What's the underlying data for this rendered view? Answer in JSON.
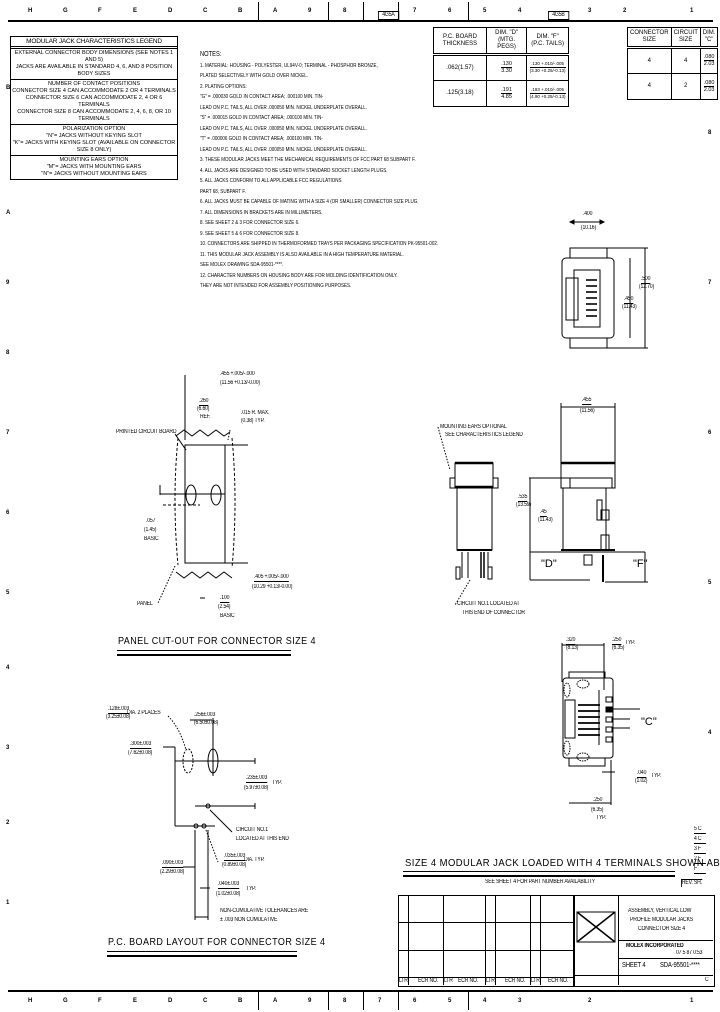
{
  "frame": {
    "top_zones": [
      "H",
      "G",
      "F",
      "E",
      "D",
      "C",
      "B",
      "A",
      "9",
      "8",
      "7",
      "6",
      "5",
      "4",
      "3",
      "2",
      "1"
    ],
    "bottom_zones": [
      "H",
      "G",
      "F",
      "E",
      "D",
      "C",
      "B",
      "A",
      "9",
      "8",
      "7",
      "6",
      "5",
      "4",
      "3",
      "2",
      "1"
    ],
    "side_zones": [
      "B",
      "A",
      "9",
      "8",
      "7",
      "6",
      "5",
      "4",
      "3",
      "2",
      "1"
    ],
    "top_tags": [
      "4G5A",
      "4G5B"
    ]
  },
  "legend": {
    "title": "MODULAR JACK CHARACTERISTICS LEGEND",
    "sections": [
      [
        "EXTERNAL CONNECTOR BODY DIMENSIONS (SEE NOTES 1 AND 5)",
        "JACKS ARE AVAILABLE IN STANDARD 4, 6, AND 8 POSITION BODY SIZES"
      ],
      [
        "NUMBER OF CONTACT POSITIONS",
        "CONNECTOR SIZE 4 CAN ACCOMMODATE 2 OR 4 TERMINALS",
        "CONNECTOR SIZE 6 CAN ACCOMMODATE 2, 4 OR 6 TERMINALS",
        "CONNECTOR SIZE 8 CAN ACCOMMODATE 2, 4, 6, 8, OR 10 TERMINALS"
      ],
      [
        "POLARIZATION OPTION",
        "\"N\"= JACKS WITHOUT KEYING SLOT",
        "\"K\"= JACKS WITH KEYING SLOT (AVAILABLE ON CONNECTOR SIZE 8 ONLY)"
      ],
      [
        "MOUNTING EARS OPTION",
        "\"M\"= JACKS WITH MOUNTING EARS",
        "\"N\"= JACKS WITHOUT MOUNTING EARS"
      ]
    ]
  },
  "pcb_table": {
    "headers": [
      "P.C. BOARD THICKNESS",
      "DIM. \"D\" (MTG. PEGS)",
      "DIM. \"F\" (P.C. TAILS)"
    ],
    "rows": [
      {
        "thickness": ".062(1.57)",
        "d_top": ".130",
        "d_bot": "3.30",
        "f_top": ".130 +.010/-.005",
        "f_bot": "(3.30 +0.25/-0.13)"
      },
      {
        "thickness": ".125(3.18)",
        "d_top": ".191",
        "d_bot": "4.85",
        "f_top": ".193 +.010/-.005",
        "f_bot": "(4.90 +0.25/-0.13)"
      }
    ]
  },
  "circuit_table": {
    "headers": [
      "CONNECTOR SIZE",
      "CIRCUIT SIZE",
      "DIM. \"C\""
    ],
    "rows": [
      {
        "connector": "4",
        "circuit": "4",
        "c_top": ".080",
        "c_bot": "2.03"
      },
      {
        "connector": "4",
        "circuit": "2",
        "c_top": ".080",
        "c_bot": "2.03"
      }
    ]
  },
  "notes": {
    "heading": "NOTES:",
    "items": [
      "1. MATERIAL: HOUSING - POLYESTER, UL94V-0; TERMINAL - PHOSPHOR BRONZE,",
      "          PLATED SELECTIVELY WITH GOLD OVER NICKEL.",
      "2. PLATING OPTIONS:",
      "          \"G\" = .000030 GOLD IN CONTACT AREA; .000100 MIN. TIN-",
      "          LEAD ON P.C. TAILS, ALL OVER .000050 MIN. NICKEL UNDERPLATE OVERALL.",
      "          \"S\" = .000015 GOLD IN CONTACT AREA; .000100 MIN. TIN-",
      "          LEAD ON P.C. TAILS, ALL OVER .000050 MIN. NICKEL UNDERPLATE OVERALL.",
      "          \"T\" = .000006 GOLD IN CONTACT AREA; .000100 MIN. TIN-",
      "          LEAD ON P.C. TAILS, ALL OVER .000050 MIN. NICKEL UNDERPLATE OVERALL.",
      "3. THESE MODULAR JACKS MEET THE MECHANICAL REQUIREMENTS OF FCC PART 68 SUBPART F.",
      "4. ALL JACKS ARE DESIGNED TO BE USED WITH STANDARD SOCKET LENGTH PLUGS.",
      "5. ALL JACKS CONFORM TO ALL APPLICABLE FCC REGULATIONS",
      "   PART 68, SUBPART F.",
      "6. ALL JACKS MUST BE CAPABLE OF MATING WITH A SIZE 4 (OR SMALLER) CONNECTOR SIZE PLUG.",
      "7. ALL DIMENSIONS IN BRACKETS ARE IN MILLIMETERS.",
      "8. SEE SHEET 2 & 3 FOR CONNECTOR SIZE 6.",
      "9. SEE SHEET 5 & 6 FOR CONNECTOR SIZE 8.",
      "10. CONNECTORS ARE SHIPPED IN THERMOFORMED TRAYS PER PACKAGING SPECIFICATION PK-95501-002.",
      "11. THIS MODULAR JACK ASSEMBLY IS ALSO AVAILABLE IN A HIGH TEMPERATURE MATERIAL.",
      "    SEE MOLEX DRAWING SDA-95501-****.",
      "12. CHARACTER NUMBERS ON HOUSING BODY ARE FOR MOLDING IDENTIFICATION ONLY.",
      "    THEY ARE NOT INTENDED FOR ASSEMBLY POSITIONING PURPOSES."
    ]
  },
  "panel_cutout": {
    "title": "PANEL CUT-OUT FOR CONNECTOR SIZE 4",
    "labels": {
      "top_dim": [
        ".455 +.005/-.000",
        "(11.56 +0.13/-0.00)"
      ],
      "width_dim": [
        ".260",
        "(6.60)",
        "REF."
      ],
      "corner": [
        ".015 R. MAX.",
        "(0.38) TYP."
      ],
      "pcb_edge": "PRINTED CIRCUIT BOARD",
      "left_dim": [
        ".057",
        "(1.45)",
        "BASIC"
      ],
      "bottom_dim": [
        ".405 +.005/-.000",
        "(10.29 +0.13/-0.00)"
      ],
      "bot_width": [
        ".100",
        "(2.54)",
        "BASIC"
      ],
      "panel": "PANEL"
    }
  },
  "pcb_layout": {
    "title": "P.C. BOARD LAYOUT FOR CONNECTOR SIZE 4",
    "labels": {
      "mtg_hole": [
        ".128±.003",
        "(3.25±0.08)",
        "DIA. 2 PLACES"
      ],
      "peg_spacing": [
        ".256±.003",
        "(6.50±0.08)"
      ],
      "left_dim": [
        ".300±.003",
        "(7.62±0.08)"
      ],
      "right_dim": [
        ".235±.003",
        "(5.97±0.08)",
        "TYP."
      ],
      "circuit_one": [
        "CIRCUIT NO.1",
        "LOCATED AT THIS END"
      ],
      "term_hole": [
        ".035±.003",
        "(0.89±0.08)",
        "DIA. TYP."
      ],
      "bottom_left": [
        ".090±.003",
        "(2.29±0.08)"
      ],
      "pitch": [
        ".040±.003",
        "(1.02±0.08)",
        "TYP."
      ],
      "tolerance": [
        "NON-CUMULATIVE TOLERANCES ARE",
        "± .003 NON CUMULATIVE"
      ]
    }
  },
  "views": {
    "top_view": {
      "width_top": ".400",
      "width_bot": "(10.16)",
      "h1_top": ".500",
      "h1_bot": "(12.70)",
      "h2_top": ".450",
      "h2_bot": "(11.43)"
    },
    "front_view": {
      "ears_note": [
        "MOUNTING EARS OPTIONAL",
        "SEE CHARACTERISTICS LEGEND"
      ],
      "tail_note": [
        "CIRCUIT NO.1 LOCATED AT",
        "THIS END OF CONNECTOR"
      ]
    },
    "side_view": {
      "width_top": ".455",
      "width_bot": "(11.56)",
      "h_top": ".535",
      "h_bot": "(13.59)",
      "h2_top": ".45",
      "h2_bot": "(11.43)",
      "d_label": "\"D\"",
      "f_label": "\"F\""
    },
    "bottom_view": {
      "left_top": ".320",
      "left_bot": "(8.13)",
      "right_top": ".250",
      "right_bot": "(6.35)",
      "right_suffix": "TYP.",
      "c_label": "\"C\"",
      "mid_top": ".040",
      "mid_bot": "(1.02)",
      "mid_suffix": "TYP.",
      "bot_top": ".250",
      "bot_bot": "(6.35)",
      "bot_suffix": "TYP."
    }
  },
  "caption": {
    "main": "SIZE 4 MODULAR JACK LOADED WITH 4 TERMINALS SHOWN ABOVE",
    "sub": "SEE SHEET 4 FOR PART NUMBER AVAILABILITY"
  },
  "revision_block": {
    "sheets": [
      "5 C",
      "4 C",
      "3 F",
      "2 F",
      "F"
    ],
    "label": "REV. SH."
  },
  "title_block": {
    "description": [
      "ASSEMBLY, VERTICAL LOW",
      "PROFILE MODULAR JACKS",
      "CONNECTOR SIZE 4"
    ],
    "company": "MOLEX INCORPORATED",
    "sheet": "SHEET 4",
    "doc_number": "SDA-95501-****",
    "date": "07 5 87 0:53",
    "rev": "C",
    "rows_col_headers": [
      "LTR",
      "ECR NO.",
      "LTR",
      "ECR NO.",
      "LTR",
      "ECR NO.",
      "LTR",
      "ECR NO."
    ]
  }
}
